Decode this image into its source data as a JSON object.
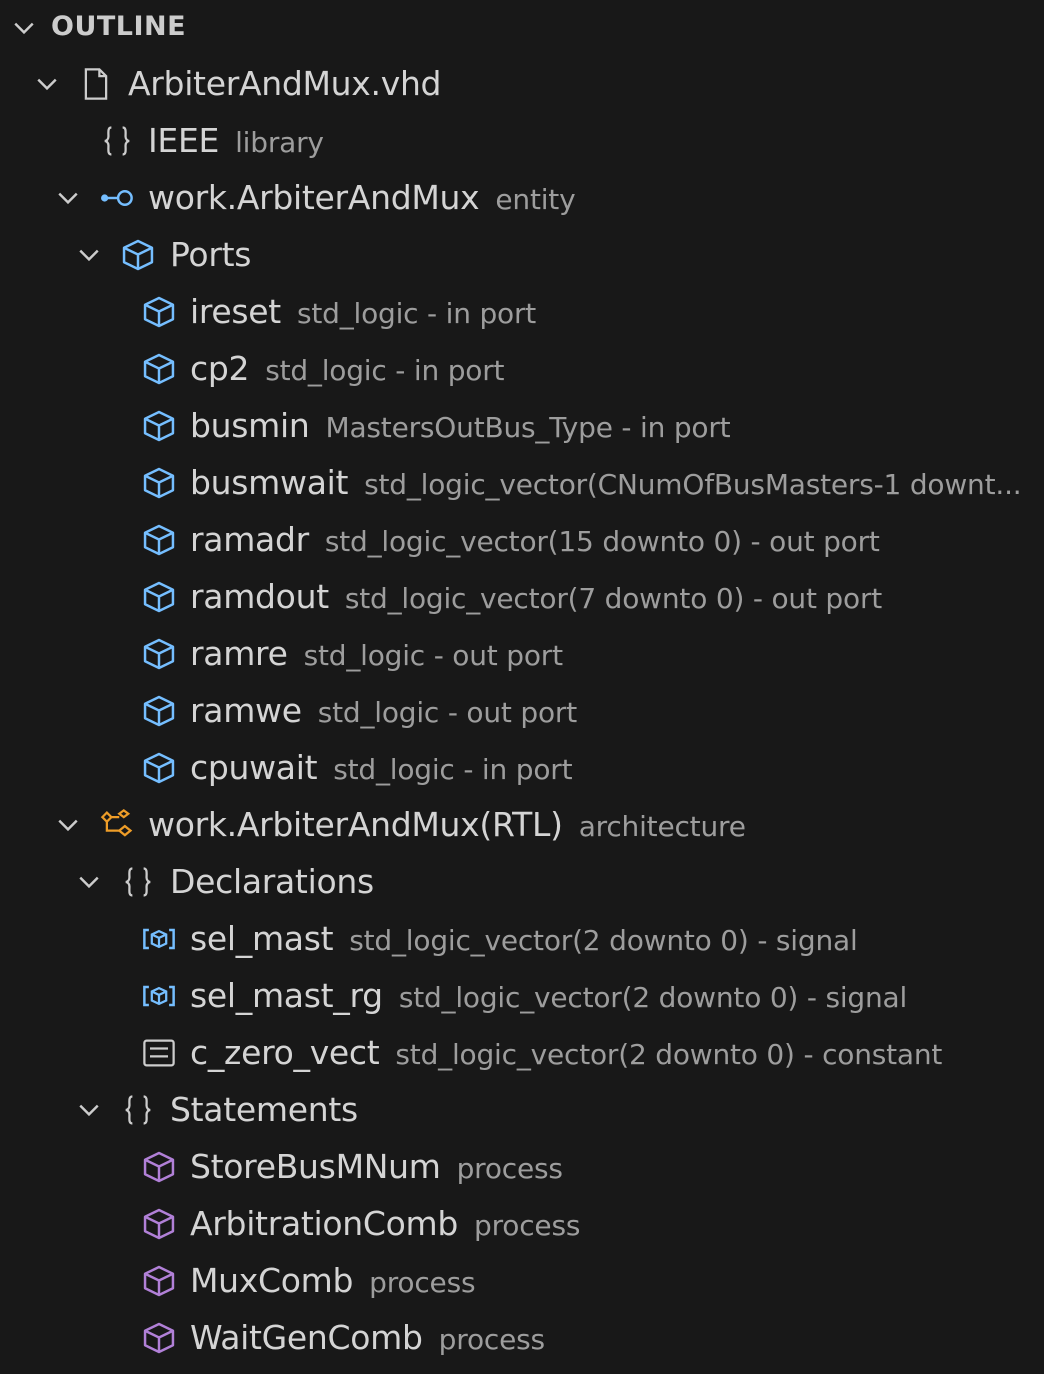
{
  "panel": {
    "title": "OUTLINE",
    "colors": {
      "background": "#181818",
      "label": "#d4d4d4",
      "detail": "#9d9d9d",
      "port_icon": "#75beff",
      "architecture_icon": "#ee9d28",
      "process_icon": "#b180d7"
    }
  },
  "rows": [
    {
      "label": "ArbiterAndMux.vhd",
      "detail": "",
      "icon": "file-icon",
      "expanded": true
    },
    {
      "label": "IEEE",
      "detail": "library",
      "icon": "braces-icon"
    },
    {
      "label": "work.ArbiterAndMux",
      "detail": "entity",
      "icon": "entity-interface-icon",
      "expanded": true
    },
    {
      "label": "Ports",
      "detail": "",
      "icon": "port-cube-icon",
      "expanded": true
    },
    {
      "label": "ireset",
      "detail": "std_logic - in port",
      "icon": "port-cube-icon"
    },
    {
      "label": "cp2",
      "detail": "std_logic - in port",
      "icon": "port-cube-icon"
    },
    {
      "label": "busmin",
      "detail": "MastersOutBus_Type - in port",
      "icon": "port-cube-icon"
    },
    {
      "label": "busmwait",
      "detail": "std_logic_vector(CNumOfBusMasters-1 downt...",
      "icon": "port-cube-icon"
    },
    {
      "label": "ramadr",
      "detail": "std_logic_vector(15 downto 0) - out port",
      "icon": "port-cube-icon"
    },
    {
      "label": "ramdout",
      "detail": "std_logic_vector(7 downto 0) - out port",
      "icon": "port-cube-icon"
    },
    {
      "label": "ramre",
      "detail": "std_logic - out port",
      "icon": "port-cube-icon"
    },
    {
      "label": "ramwe",
      "detail": "std_logic - out port",
      "icon": "port-cube-icon"
    },
    {
      "label": "cpuwait",
      "detail": "std_logic - in port",
      "icon": "port-cube-icon"
    },
    {
      "label": "work.ArbiterAndMux(RTL)",
      "detail": "architecture",
      "icon": "architecture-icon",
      "expanded": true
    },
    {
      "label": "Declarations",
      "detail": "",
      "icon": "braces-icon",
      "expanded": true
    },
    {
      "label": "sel_mast",
      "detail": "std_logic_vector(2 downto 0) - signal",
      "icon": "signal-icon"
    },
    {
      "label": "sel_mast_rg",
      "detail": "std_logic_vector(2 downto 0) - signal",
      "icon": "signal-icon"
    },
    {
      "label": "c_zero_vect",
      "detail": "std_logic_vector(2 downto 0) - constant",
      "icon": "constant-icon"
    },
    {
      "label": "Statements",
      "detail": "",
      "icon": "braces-icon",
      "expanded": true
    },
    {
      "label": "StoreBusMNum",
      "detail": "process",
      "icon": "process-cube-icon"
    },
    {
      "label": "ArbitrationComb",
      "detail": "process",
      "icon": "process-cube-icon"
    },
    {
      "label": "MuxComb",
      "detail": "process",
      "icon": "process-cube-icon"
    },
    {
      "label": "WaitGenComb",
      "detail": "process",
      "icon": "process-cube-icon"
    }
  ]
}
